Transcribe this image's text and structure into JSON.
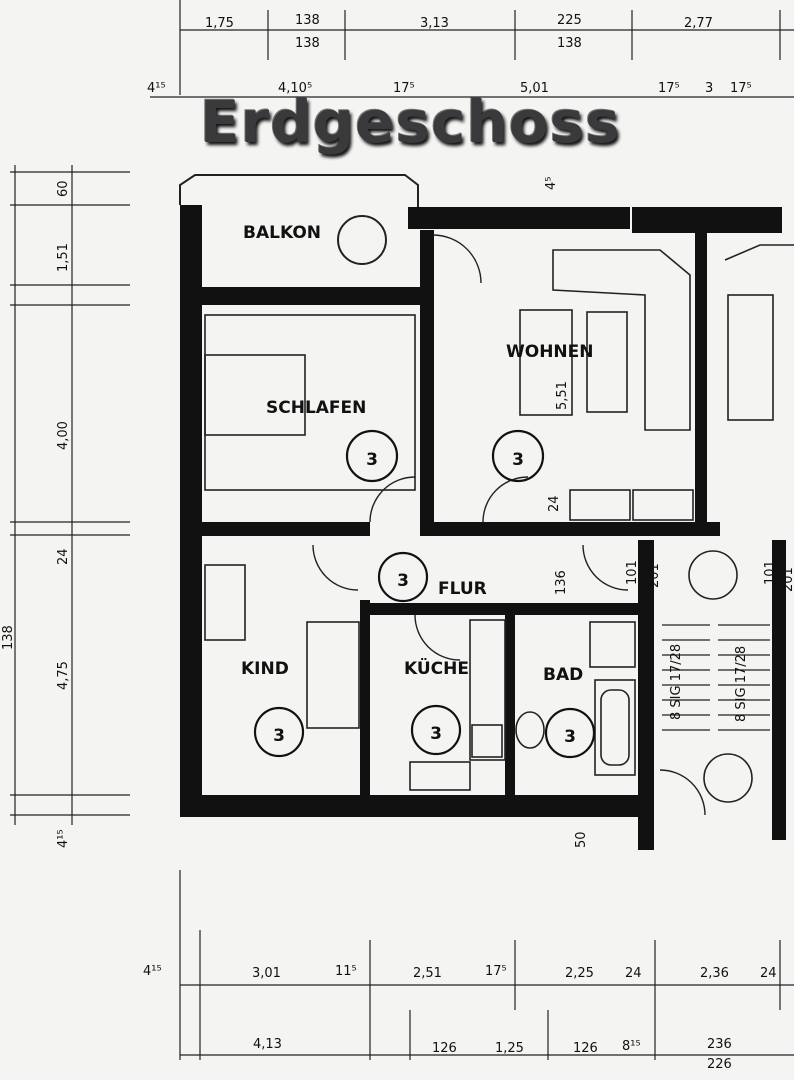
{
  "title": "Erdgeschoss",
  "rooms": {
    "balkon": "BALKON",
    "wohnen": "WOHNEN",
    "schlafen": "SCHLAFEN",
    "flur": "FLUR",
    "kind": "KIND",
    "kueche": "KÜCHE",
    "bad": "BAD"
  },
  "room_markers": [
    "3",
    "3",
    "3",
    "3",
    "3",
    "3"
  ],
  "stairs": {
    "left": "8 SIG 17/28",
    "right": "8 SIG 17/28"
  },
  "dimensions": {
    "top_row1": [
      "1,75",
      "138",
      "3,13",
      "225",
      "2,77"
    ],
    "top_row1_sub": [
      "138",
      "138"
    ],
    "top_row2": [
      "4¹⁵",
      "4,10⁵",
      "17⁵",
      "5,01",
      "17⁵",
      "3",
      "17⁵"
    ],
    "left": [
      "60",
      "1,51",
      "4,00",
      "24",
      "4,75",
      "4¹⁵",
      "138"
    ],
    "interior": [
      "5,51",
      "24",
      "136",
      "101",
      "201",
      "101",
      "201",
      "50",
      "4⁵"
    ],
    "bottom_row1": [
      "4¹⁵",
      "3,01",
      "11⁵",
      "2,51",
      "17⁵",
      "2,25",
      "24",
      "2,36",
      "24"
    ],
    "bottom_row2": [
      "4,13",
      "126",
      "1,25",
      "126",
      "8¹⁵",
      "236"
    ],
    "bottom_row2_sub": [
      "226"
    ]
  },
  "colors": {
    "wall": "#111111",
    "paper": "#f4f4f2",
    "line": "#222222"
  }
}
